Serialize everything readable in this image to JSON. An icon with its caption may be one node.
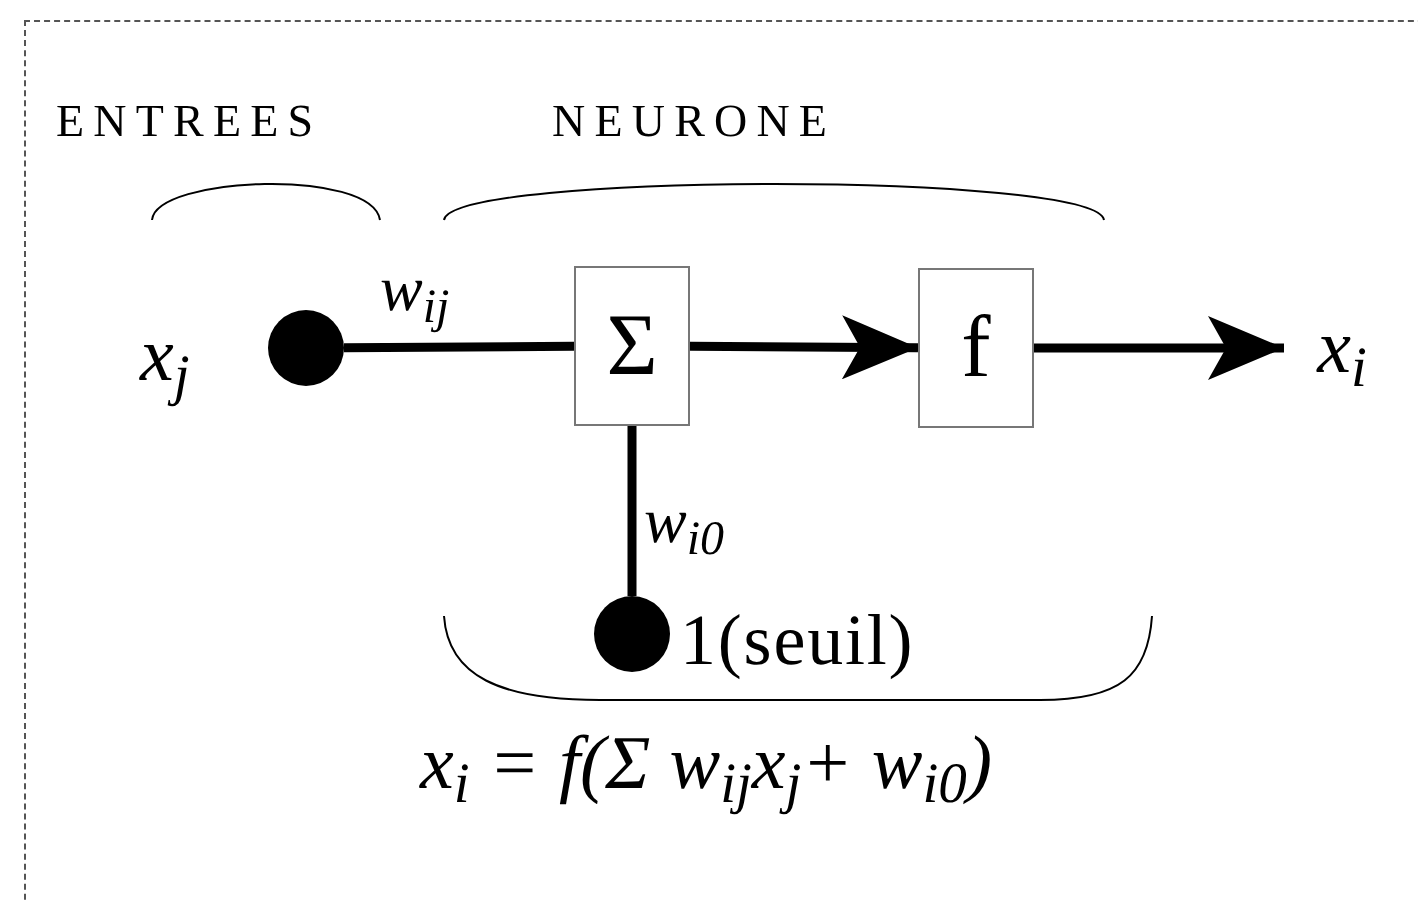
{
  "diagram": {
    "nodes": [
      {
        "text": [],
        "shape": "circle",
        "beside": [
          "x$_{j}$"
        ]
      },
      {
        "text": [
          "Σ"
        ]
      },
      {
        "text": [
          "f"
        ]
      },
      {
        "text": [
          "x$_{i}$"
        ]
      },
      {
        "text": [],
        "shape": "circle",
        "beside": [
          "1(seuil)"
        ]
      }
    ],
    "edges": [
      {
        "from": 0,
        "to": 1,
        "arrow": "none",
        "label": "w$_{ij}$"
      },
      {
        "from": 1,
        "to": 2,
        "arrow": "to"
      },
      {
        "from": 2,
        "to": 3,
        "arrow": "to"
      },
      {
        "from": 4,
        "to": 1,
        "arrow": "none",
        "label": "w$_{i0}$"
      }
    ],
    "labels": [
      "ENTREES",
      "NEURONE",
      "x$_{i}$ = f(Σ w$_{ij}$x$_{j}$+ w$_{i0}$)"
    ]
  }
}
